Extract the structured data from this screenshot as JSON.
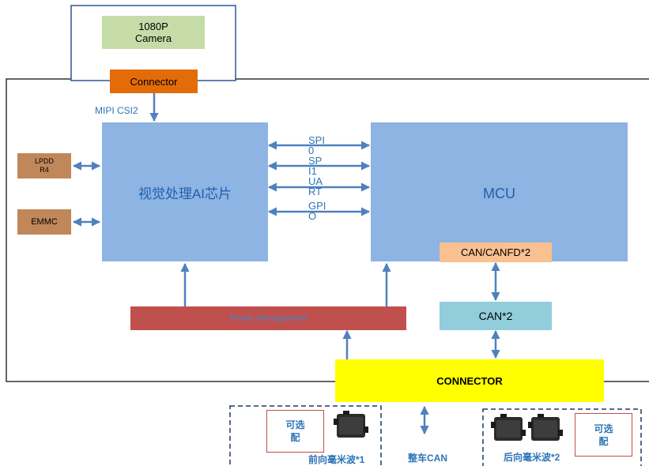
{
  "camera": {
    "line1": "1080P",
    "line2": "Camera"
  },
  "top_connector": "Connector",
  "mipi_label": "MIPI CSI2",
  "lpddr": {
    "line1": "LPDD",
    "line2": "R4"
  },
  "emmc": "EMMC",
  "soc": "视觉处理AI芯片",
  "mcu": "MCU",
  "bus_labels": [
    {
      "a": "SPI",
      "b": "0"
    },
    {
      "a": "SP",
      "b": "I1"
    },
    {
      "a": "UA",
      "b": "RT"
    },
    {
      "a": "GPI",
      "b": "O"
    }
  ],
  "can_canfd": "CAN/CANFD*2",
  "power": "Power Management",
  "can2": "CAN*2",
  "main_connector": "CONNECTOR",
  "optional_left": {
    "line1": "可选",
    "line2": "配"
  },
  "optional_right": {
    "line1": "可选",
    "line2": "配"
  },
  "front_radar": "前向毫米波*1",
  "vehicle_can": "整车CAN",
  "rear_radar": "后向毫米波*2",
  "colors": {
    "camera": "#c5dca8",
    "connector_orange": "#e36c09",
    "chip_blue": "#8db4e2",
    "memory_brown": "#c0875a",
    "power_red": "#c0504d",
    "can_teal": "#92cddc",
    "canfd_orange": "#fac090",
    "connector_yellow": "#ffff00",
    "arrow": "#4f81bd",
    "label_blue": "#2e75b6"
  }
}
